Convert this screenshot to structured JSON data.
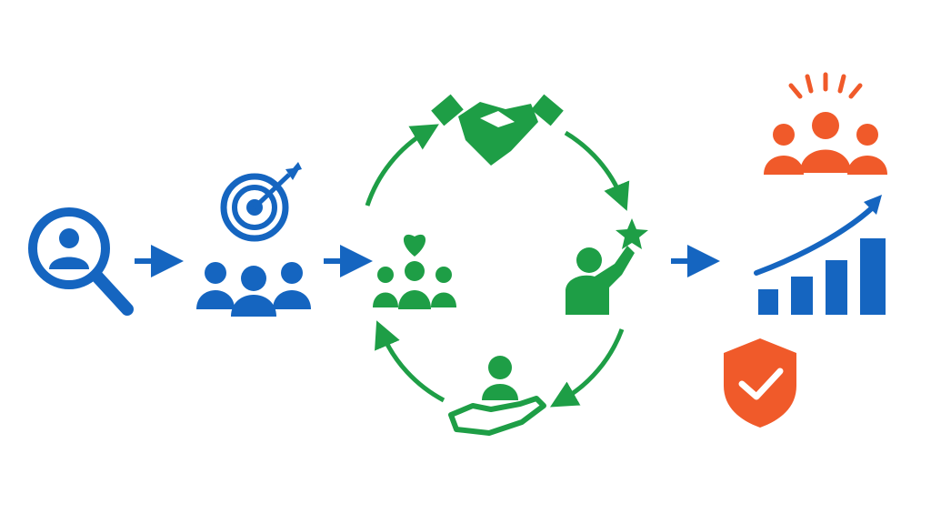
{
  "colors": {
    "blue": "#1565c0",
    "green": "#1e9e46",
    "orange": "#f05a2a",
    "background": "#ffffff"
  },
  "stages": [
    {
      "id": "discover",
      "icon": "user-search-icon"
    },
    {
      "id": "target",
      "icon": "target-audience-icon"
    },
    {
      "id": "relationship-cycle",
      "icons": [
        "community-heart-icon",
        "handshake-icon",
        "achievement-star-icon",
        "care-hand-icon"
      ]
    },
    {
      "id": "outcomes",
      "icons": [
        "celebrating-team-icon",
        "growth-chart-icon",
        "protection-shield-icon"
      ]
    }
  ]
}
